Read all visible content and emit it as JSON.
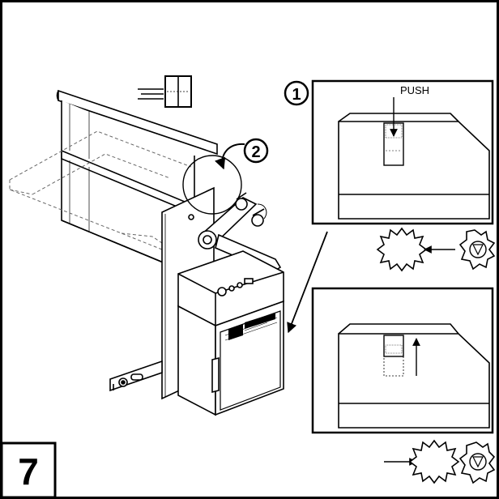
{
  "step": {
    "number": "7"
  },
  "callouts": {
    "first": "1",
    "second": "2"
  },
  "panel_top": {
    "label": "PUSH"
  },
  "colors": {
    "ink": "#000000",
    "paper": "#ffffff",
    "dash": "#666666"
  }
}
